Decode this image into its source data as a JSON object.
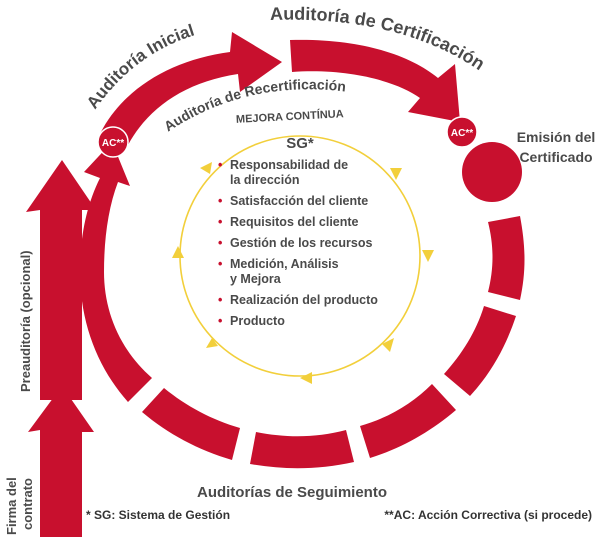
{
  "colors": {
    "red": "#c8102e",
    "yellow": "#f2cf3b",
    "text": "#4a4a4a"
  },
  "labels": {
    "auditoria_inicial": "Auditoría Inicial",
    "auditoria_certificacion": "Auditoría de Certificación",
    "auditoria_recertificacion": "Auditoría de Recertificación",
    "mejora_continua": "MEJORA CONTÍNUA",
    "emision_line1": "Emisión del",
    "emision_line2": "Certificado",
    "preauditoria": "Preauditoría (opcional)",
    "firma_line1": "Firma del",
    "firma_line2": "contrato",
    "seguimiento": "Auditorías de Seguimiento",
    "ac": "AC**",
    "sg_title": "SG*"
  },
  "sg_items": [
    {
      "text": "Responsabilidad de\nla dirección"
    },
    {
      "text": "Satisfacción del cliente"
    },
    {
      "text": "Requisitos del cliente"
    },
    {
      "text": "Gestión de los recursos"
    },
    {
      "text": "Medición, Análisis\ny Mejora"
    },
    {
      "text": "Realización del producto"
    },
    {
      "text": "Producto"
    }
  ],
  "bullet": "•",
  "footnotes": {
    "sg": "* SG: Sistema de Gestión",
    "ac": "**AC: Acción Correctiva (si procede)"
  }
}
